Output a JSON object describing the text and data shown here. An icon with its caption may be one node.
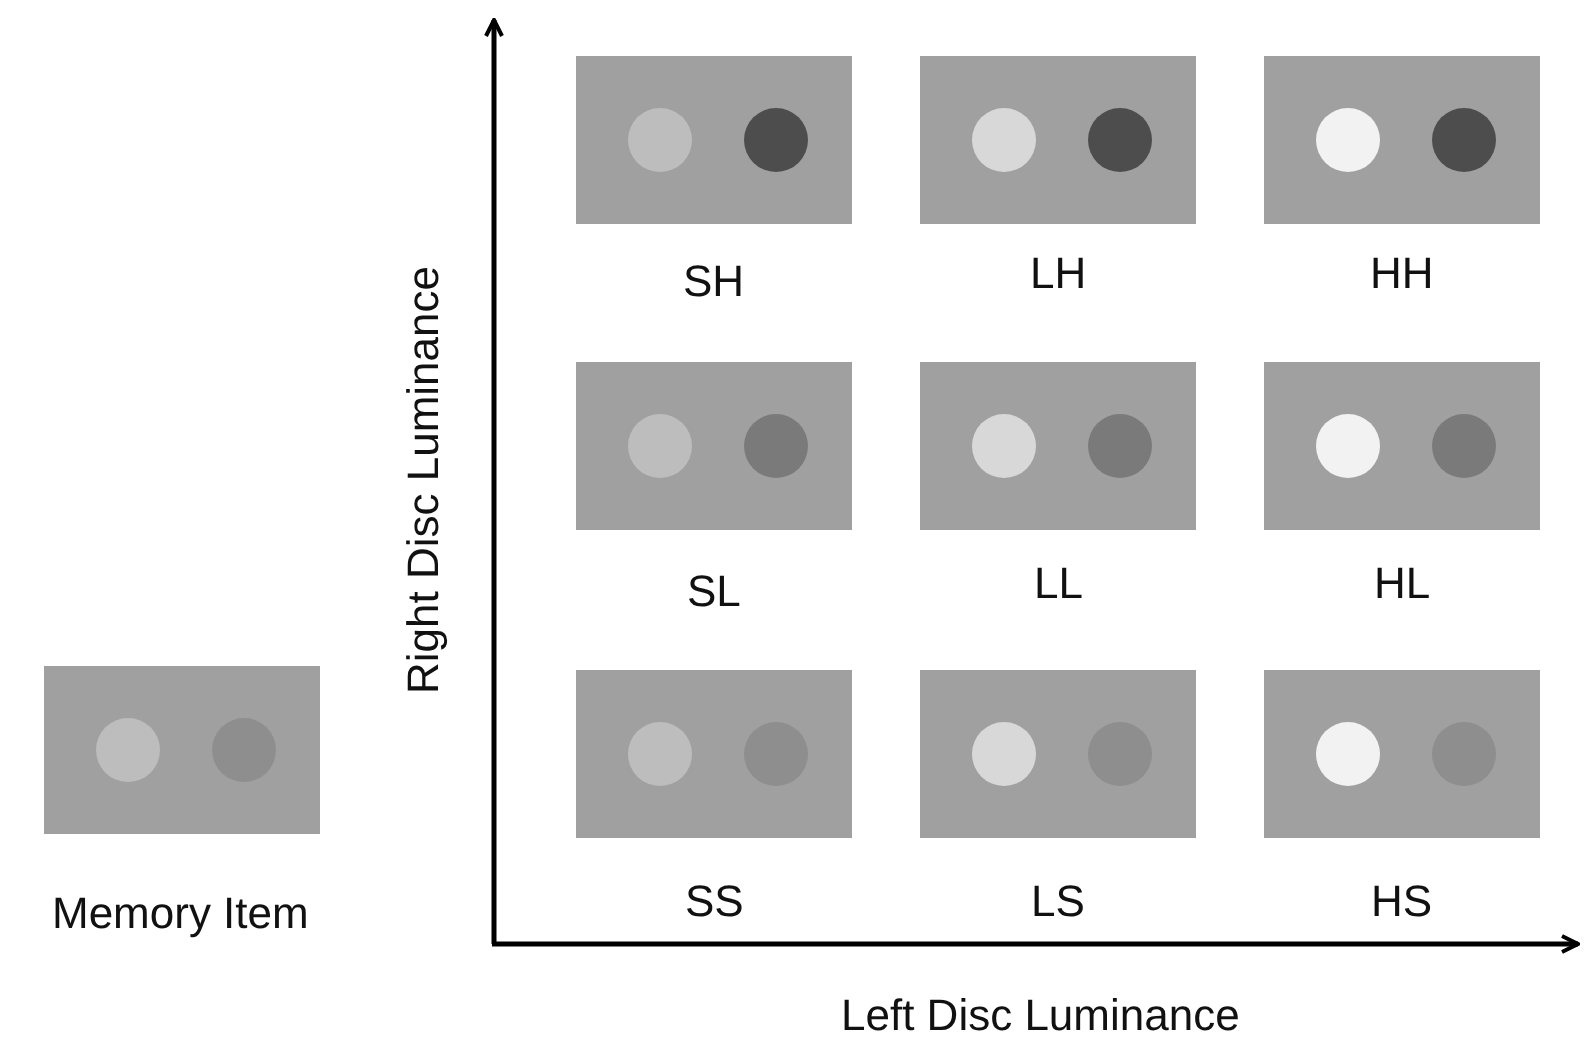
{
  "diagram": {
    "labels": [
      "Right Disc Luminance",
      "SH",
      "LH",
      "HH",
      "SL",
      "LL",
      "HL",
      "Memory Item",
      "SS",
      "LS",
      "HS",
      "Left Disc Luminance"
    ]
  }
}
